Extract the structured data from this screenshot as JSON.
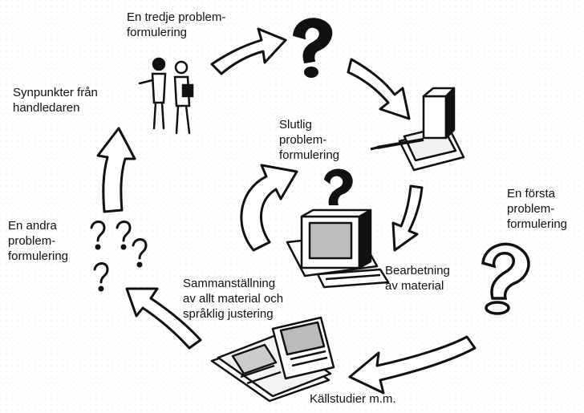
{
  "diagram": {
    "labels": {
      "third_formulation": "En tredje problem-\nformulering",
      "supervisor_feedback": "Synpunkter från\nhandledaren",
      "final_formulation": "Slutlig\nproblem-\nformulering",
      "first_formulation": "En första\nproblem-\nformulering",
      "second_formulation": "En andra\nproblem-\nformulering",
      "processing": "Bearbetning\nav material",
      "compilation": "Sammanställning\nav allt material och\nspråklig justering",
      "source_studies": "Källstudier m.m."
    },
    "colors": {
      "ink": "#111111",
      "paper": "#ffffff",
      "shade": "#d9d9d9"
    },
    "icons": [
      "question-mark-icon",
      "books-icon",
      "computer-icon",
      "open-book-icon",
      "people-icon",
      "arrow-icon"
    ]
  }
}
